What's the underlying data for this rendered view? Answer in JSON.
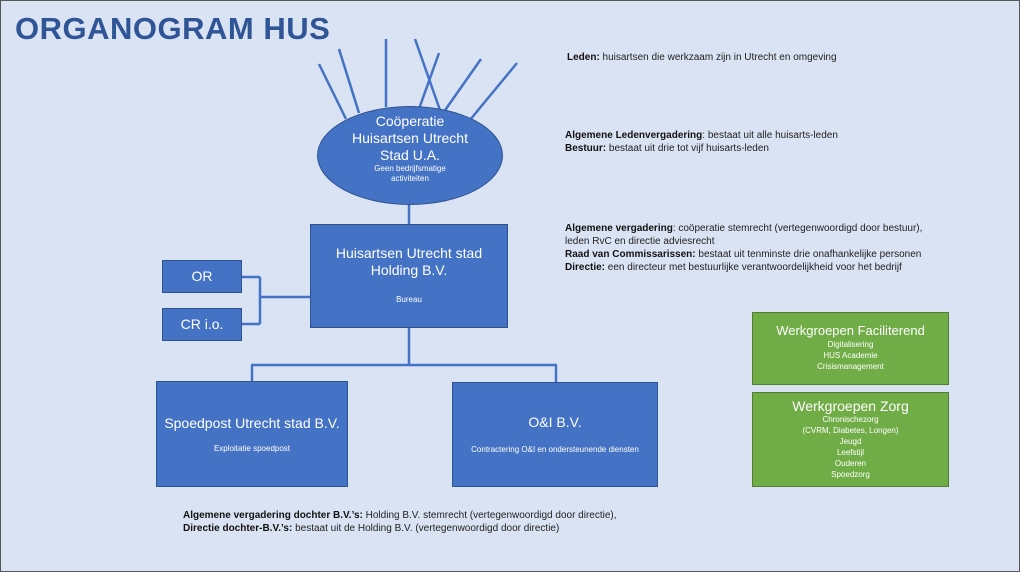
{
  "title": "ORGANOGRAM HUS",
  "cooperatie": {
    "lines": [
      "Coöperatie",
      "Huisartsen Utrecht",
      "Stad U.A."
    ],
    "subtitle_lines": [
      "Geen bedrijfsmatige",
      "activiteiten"
    ]
  },
  "holding": {
    "lines": [
      "Huisartsen Utrecht stad",
      "Holding B.V."
    ],
    "subtitle": "Bureau"
  },
  "or_box": "OR",
  "cr_box": "CR i.o.",
  "spoedpost": {
    "title": "Spoedpost Utrecht stad B.V.",
    "subtitle": "Exploitatie spoedpost"
  },
  "oi": {
    "title": "O&I B.V.",
    "subtitle": "Contractering O&I en ondersteunende diensten"
  },
  "werkgroepen_faciliterend": {
    "title": "Werkgroepen Faciliterend",
    "items": [
      "Digitalisering",
      "HUS Academie",
      "Crisismanagement"
    ]
  },
  "werkgroepen_zorg": {
    "title": "Werkgroepen Zorg",
    "items": [
      "Chronischezorg",
      "(CVRM, Diabetes, Longen)",
      "Jeugd",
      "Leefstijl",
      "Ouderen",
      "Spoedzorg"
    ]
  },
  "notes": {
    "leden": {
      "label": "Leden:",
      "text": " huisartsen die werkzaam zijn in Utrecht en omgeving"
    },
    "alv": {
      "label": "Algemene Ledenvergadering",
      "text": ": bestaat uit alle huisarts-leden"
    },
    "bestuur": {
      "label": "Bestuur:",
      "text": " bestaat uit drie tot vijf huisarts-leden"
    },
    "av": {
      "label": "Algemene vergadering",
      "text": ": coöperatie stemrecht (vertegenwoordigd door bestuur),"
    },
    "av2": "leden RvC en directie adviesrecht",
    "rvc": {
      "label": "Raad van Commissarissen:",
      "text": " bestaat uit tenminste drie onafhankelijke personen"
    },
    "directie": {
      "label": "Directie:",
      "text": " een directeur met bestuurlijke verantwoordelijkheid voor het bedrijf"
    },
    "av_dochter": {
      "label": "Algemene vergadering dochter B.V.’s:",
      "text": " Holding B.V.  stemrecht (vertegenwoordigd door directie),"
    },
    "directie_dochter": {
      "label": "Directie dochter-B.V.’s:",
      "text": " bestaat uit de Holding B.V. (vertegenwoordigd door directie)"
    }
  }
}
